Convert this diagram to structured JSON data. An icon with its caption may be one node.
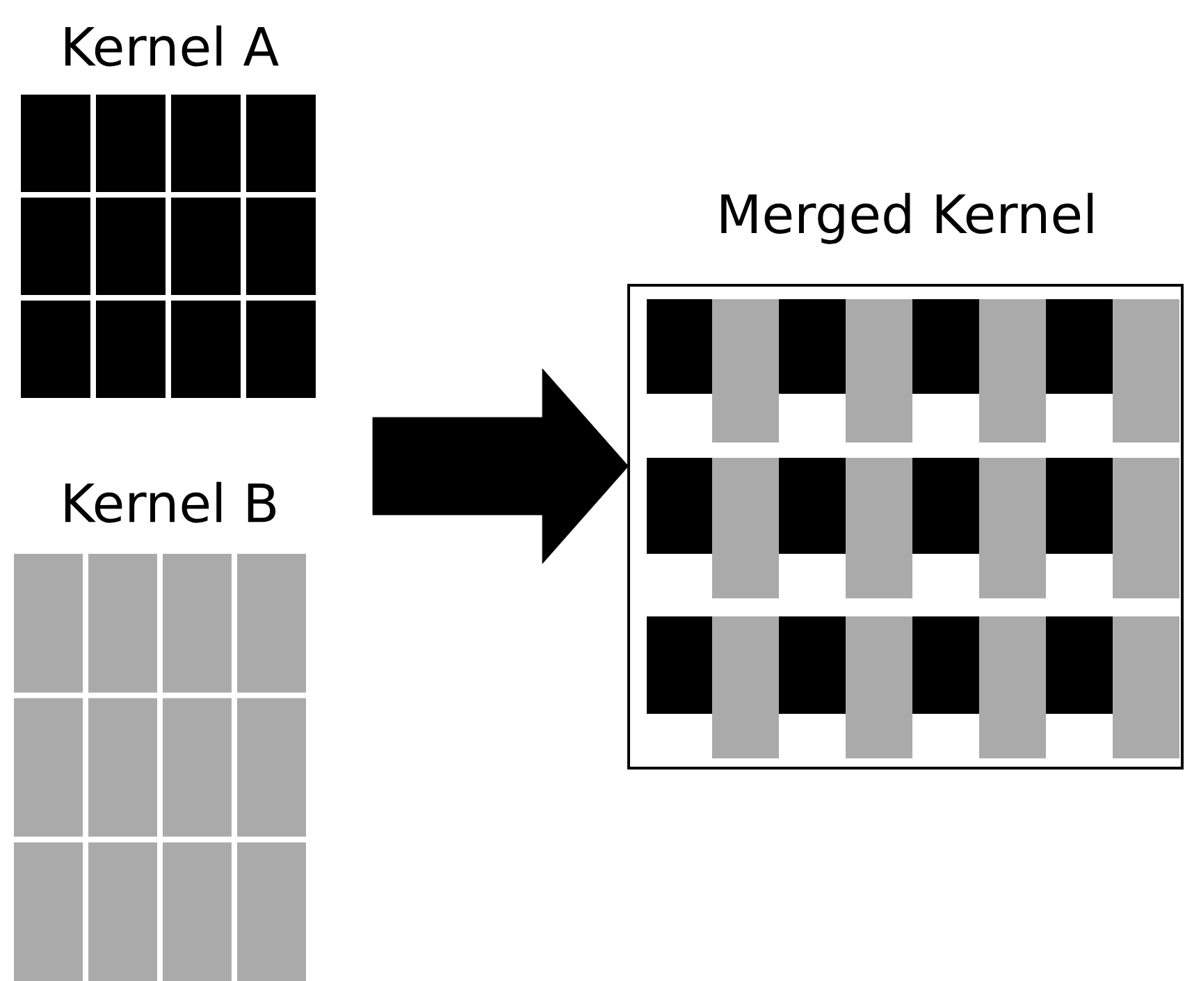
{
  "diagram": {
    "nodes": [
      {
        "text": [
          "Kernel A"
        ]
      },
      {
        "text": [
          "Kernel B"
        ]
      },
      {
        "text": [
          "Merged Kernel"
        ]
      }
    ],
    "edges": [
      {
        "from": null,
        "to": 2,
        "arrow": "to"
      }
    ]
  }
}
